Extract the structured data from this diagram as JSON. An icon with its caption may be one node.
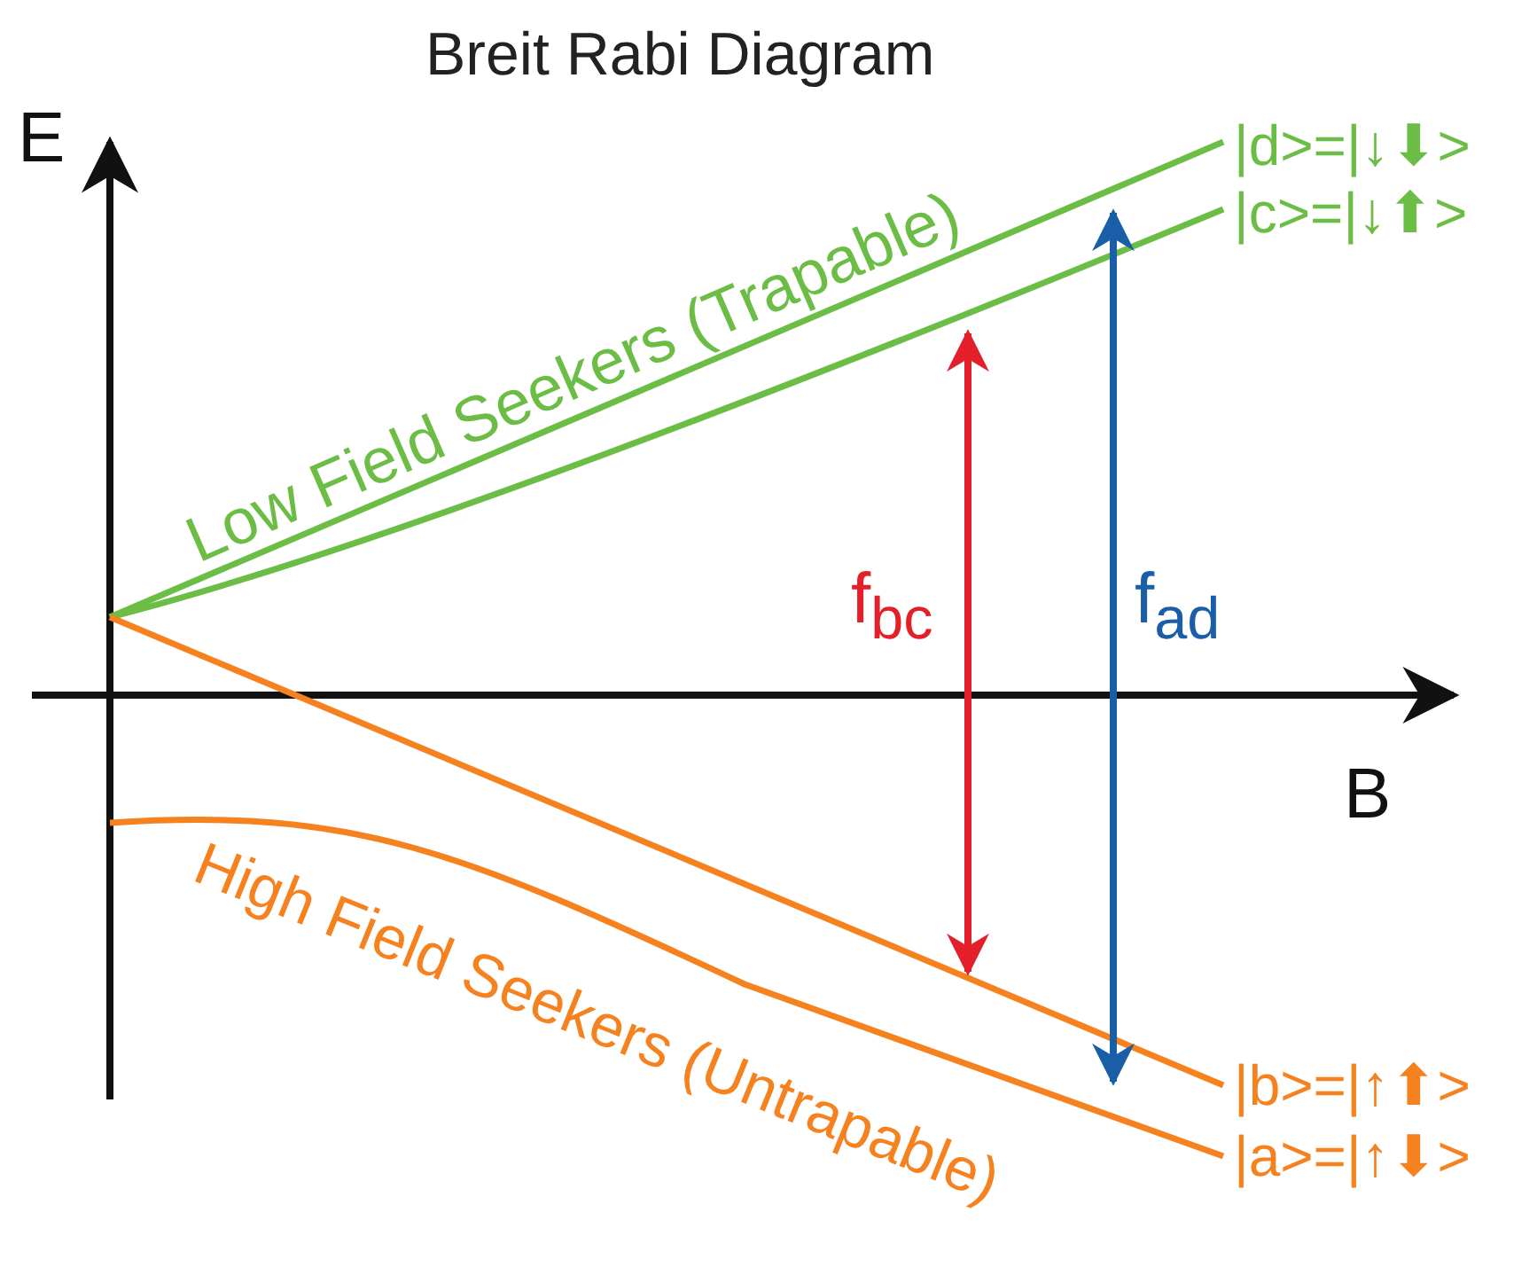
{
  "diagram": {
    "title": "Breit Rabi Diagram",
    "labels": [
      "E",
      "|d>=|↓⬇>",
      "|c>=|↓⬆>",
      "Low Field Seekers (Trapable)",
      "f$_{bc}$",
      "f$_{ad}$",
      "B",
      "High Field Seekers (Untrapable)",
      "|b>=|↑⬆>",
      "|a>=|↑⬇>"
    ]
  }
}
